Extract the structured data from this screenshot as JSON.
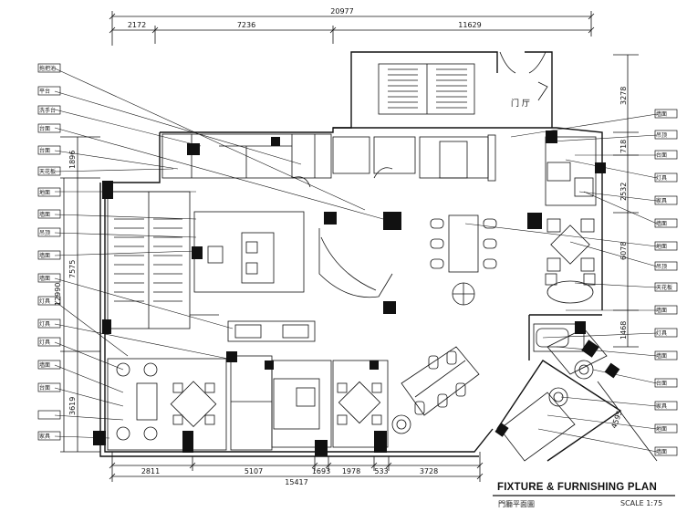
{
  "drawing": {
    "title": "FIXTURE & FURNISHING PLAN",
    "subtitle": "門廳平面圖",
    "scale_label": "SCALE 1:75",
    "room_label": "门 厅"
  },
  "dimensions": {
    "top_overall": "20977",
    "top_segments": [
      "2172",
      "7236",
      "11629"
    ],
    "bottom_overall": "15417",
    "bottom_segments": [
      "2811",
      "5107",
      "1693",
      "1978",
      "533",
      "3728"
    ],
    "left": [
      "1896",
      "7575",
      "12990",
      "3619"
    ],
    "right": [
      "3278",
      "718",
      "2532",
      "6078",
      "1468",
      "4595"
    ]
  },
  "callouts": {
    "left": [
      "拖把池",
      "平台",
      "洗手台",
      "台面",
      "台面",
      "天花板",
      "地面",
      "墙面",
      "吊顶",
      "墙面",
      "墙面",
      "灯具",
      "灯具",
      "灯具",
      "墙面",
      "台面",
      "家具"
    ],
    "right": [
      "墙面",
      "吊顶",
      "台面",
      "灯具",
      "家具",
      "墙面",
      "地面",
      "吊顶",
      "天花板",
      "墙面",
      "灯具",
      "墙面",
      "台面",
      "家具",
      "地面",
      "墙面"
    ]
  }
}
